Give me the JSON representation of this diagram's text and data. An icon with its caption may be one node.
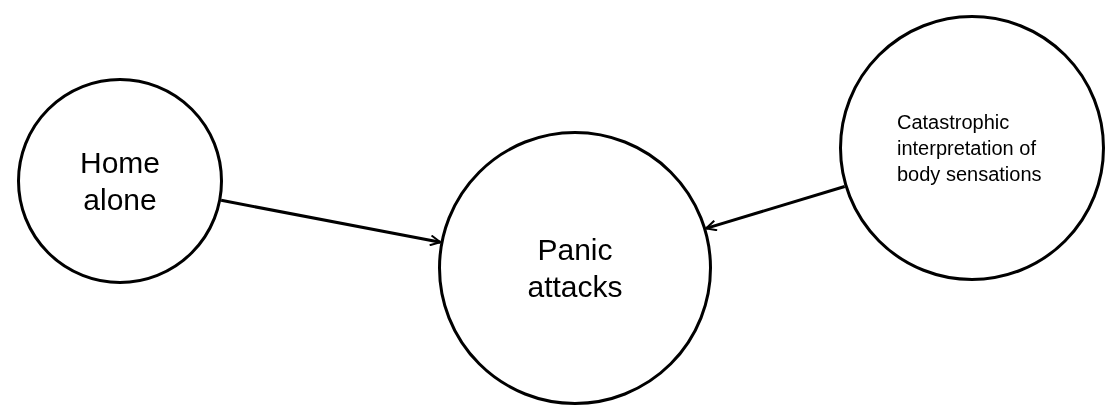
{
  "diagram": {
    "nodes": [
      {
        "text": [
          "Home alone"
        ]
      },
      {
        "text": [
          "Panic attacks"
        ]
      },
      {
        "text": [
          "Catastrophic interpretation of body sensations"
        ]
      }
    ],
    "edges": [
      {
        "from": 0,
        "to": 1,
        "arrow": "to"
      },
      {
        "from": 2,
        "to": 1,
        "arrow": "to"
      }
    ]
  }
}
